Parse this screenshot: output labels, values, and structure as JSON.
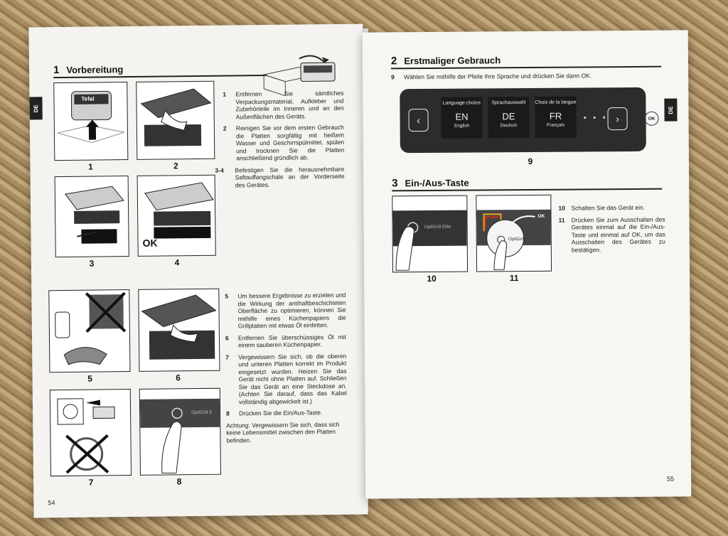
{
  "left_page": {
    "tab": "DE",
    "section_number": "1",
    "section_title": "Vorbereitung",
    "page_number": "54",
    "ok_label": "OK",
    "figures": [
      "1",
      "2",
      "3",
      "4",
      "5",
      "6",
      "7",
      "8"
    ],
    "brand": "Tefal",
    "product_label": "OptiGrill E",
    "steps_top": [
      {
        "n": "1",
        "text": "Entfernen Sie sämtliches Verpackungsmaterial, Aufkleber und Zubehörteile im Inneren und an den Außenflächen des Geräts."
      },
      {
        "n": "2",
        "text": "Reinigen Sie vor dem ersten Gebrauch die Platten sorgfältig mit heißem Wasser und Geschirrspülmittel, spülen und trocknen Sie die Platten anschließend gründlich ab."
      },
      {
        "n": "3-4",
        "text": "Befestigen Sie die herausnehmbare Saftauffangschale an der Vorderseite des Gerätes."
      }
    ],
    "steps_bottom": [
      {
        "n": "5",
        "text": "Um bessere Ergebnisse zu erzielen und die Wirkung der antihaftbeschichteten Oberfläche zu optimieren, können Sie mithilfe eines Küchenpapiers die Grillplatten mit etwas Öl einfetten."
      },
      {
        "n": "6",
        "text": "Entfernen Sie überschüssiges Öl mit einem sauberen Küchenpapier."
      },
      {
        "n": "7",
        "text": "Vergewissern Sie sich, ob die oberen und unteren Platten korrekt im Produkt eingesetzt wurden. Heizen Sie das Gerät nicht ohne Platten auf. Schließen Sie das Gerät an eine Steckdose an. (Achten Sie darauf, dass das Kabel vollständig abgewickelt ist.)"
      },
      {
        "n": "8",
        "text": "Drücken Sie die Ein/Aus-Taste."
      }
    ],
    "caution": "Achtung: Vergewissern Sie sich, dass sich keine Lebensmittel zwischen den Platten befinden."
  },
  "right_page": {
    "tab": "DE",
    "page_number": "55",
    "section2_number": "2",
    "section2_title": "Erstmaliger Gebrauch",
    "step9": {
      "n": "9",
      "text": "Wählen Sie mithilfe der Pfeile Ihre Sprache und drücken Sie dann OK."
    },
    "languages": [
      {
        "label": "Language choice",
        "code": "EN",
        "name": "English"
      },
      {
        "label": "Sprachauswahl",
        "code": "DE",
        "name": "Deutsch"
      },
      {
        "label": "Choix de la langue",
        "code": "FR",
        "name": "Français"
      }
    ],
    "dots": "• • •",
    "ok_button": "OK",
    "figure9": "9",
    "section3_number": "3",
    "section3_title": "Ein-/Aus-Taste",
    "figure10": "10",
    "figure11": "11",
    "panel10_label": "OptiGrill Elite",
    "panel11_label": "OptiGrill",
    "ok_small": "OK",
    "steps": [
      {
        "n": "10",
        "text": "Schalten Sie das Gerät ein."
      },
      {
        "n": "11",
        "text": "Drücken Sie zum Ausschalten des Gerätes einmal auf die Ein-/Aus-Taste und einmal auf OK, um das Ausschalten des Gerätes zu bestätigen."
      }
    ]
  }
}
